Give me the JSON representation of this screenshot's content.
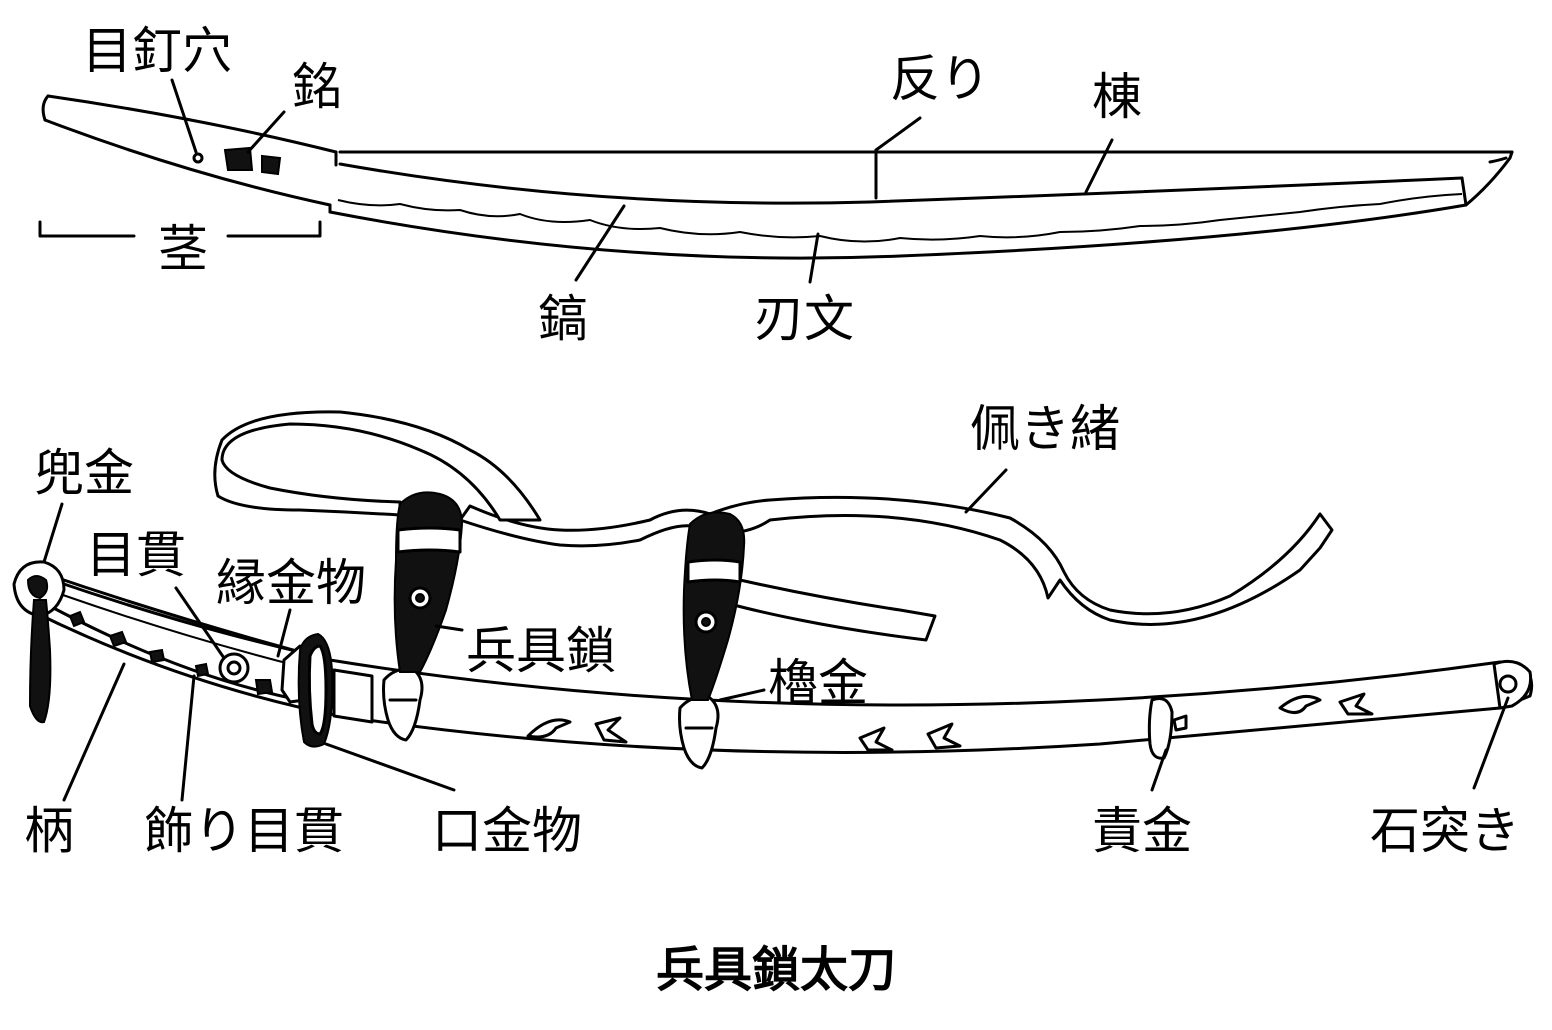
{
  "diagram": {
    "caption": "兵具鎖太刀",
    "blade": {
      "labels": {
        "mekugi_ana": "目釘穴",
        "mei": "銘",
        "nakago": "茎",
        "sori": "反り",
        "mune": "棟",
        "shinogi": "鎬",
        "hamon": "刃文"
      }
    },
    "mounting": {
      "labels": {
        "kabutogane": "兜金",
        "menuki": "目貫",
        "fuchi_kanamono": "縁金物",
        "hyogu_gusari": "兵具鎖",
        "haki_o": "佩き緒",
        "yagura_kane": "櫓金",
        "tsuka": "柄",
        "kazari_menuki": "飾り目貫",
        "kuchi_kanamono": "口金物",
        "seme_kane": "責金",
        "ishizuki": "石突き"
      }
    },
    "colors": {
      "ink": "#000000",
      "paper": "#ffffff"
    }
  }
}
